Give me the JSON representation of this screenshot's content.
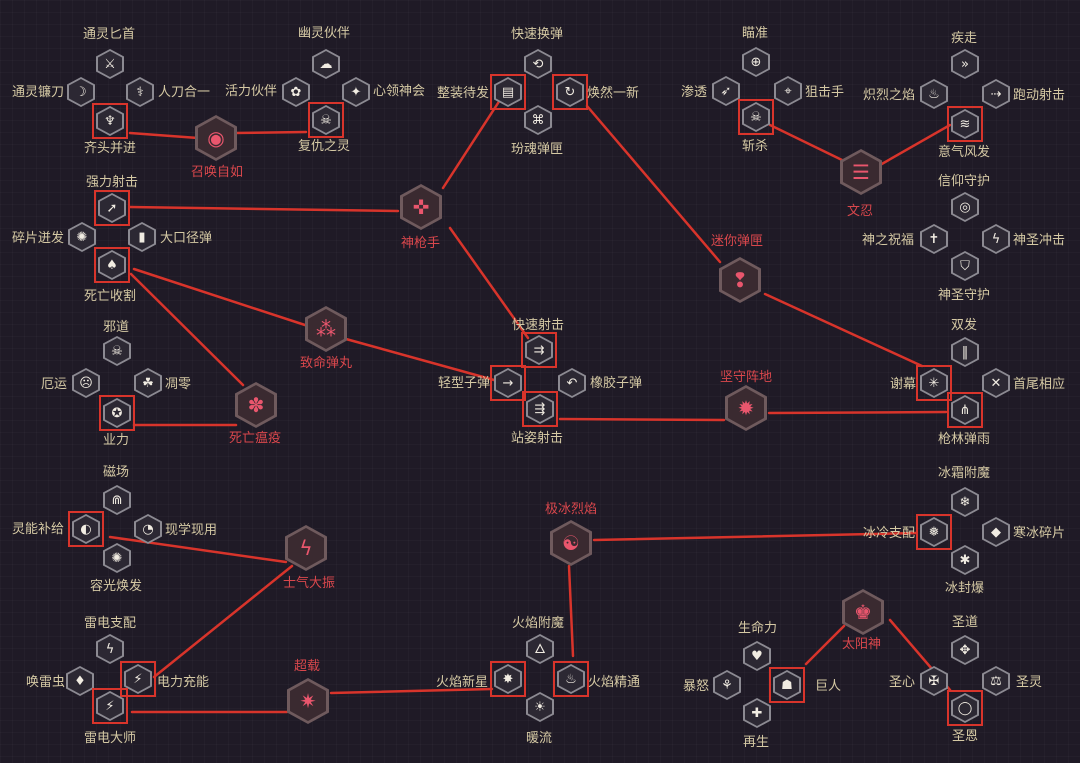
{
  "colors": {
    "background": "#1f1a26",
    "label": "#d5c9a4",
    "core_label": "#d9474c",
    "selection": "#d8342b",
    "link": "#d8342b"
  },
  "labels": {
    "tongling_bishou": "通灵匕首",
    "tongling_liandao": "通灵镰刀",
    "rendao_heyi": "人刀合一",
    "qitou_bingjin": "齐头并进",
    "zhaohuan_ziru": "召唤自如",
    "youling_huoban": "幽灵伙伴",
    "huoli_huoban": "活力伙伴",
    "xinling_shenhui": "心领神会",
    "fuchou_zhiling": "复仇之灵",
    "kuaisu_huandan": "快速换弹",
    "zhengzhuang_daifa": "整装待发",
    "huanran_yixin": "焕然一新",
    "fenhun_danxia": "玢魂弹匣",
    "miaozhun": "瞄准",
    "shentou": "渗透",
    "jujishou": "狙击手",
    "zhansha": "斩杀",
    "jizou": "疾走",
    "chilie_zhiyan": "炽烈之焰",
    "paodong_sheji": "跑动射击",
    "yiqi_fengfa": "意气风发",
    "wenren": "文忍",
    "qiangli_sheji": "强力射击",
    "suipian_bengfa": "碎片迸发",
    "dakou_jingdan": "大口径弹",
    "siwang_shouge": "死亡收割",
    "shenqiangshou": "神枪手",
    "mini_danxia": "迷你弹匣",
    "xinyang_shouhu": "信仰守护",
    "shen_zhi_zhufu": "神之祝福",
    "shensheng_chongji": "神圣冲击",
    "shensheng_shouhu": "神圣守护",
    "xiedao": "邪道",
    "eyun": "厄运",
    "diaoling": "凋零",
    "yeli": "业力",
    "siwang_wenyi": "死亡瘟疫",
    "zhiming_danwan": "致命弹丸",
    "kuaisu_sheji": "快速射击",
    "qingxing_zidan": "轻型子弹",
    "xiangjiao_zidan": "橡胶子弹",
    "zhanzi_sheji": "站姿射击",
    "jianshou_zhendi": "坚守阵地",
    "shuangfa": "双发",
    "xiemu": "谢幕",
    "shouwei_xiangying": "首尾相应",
    "qianglin_danyu": "枪林弹雨",
    "cichang": "磁场",
    "lingneng_buji": "灵能补给",
    "xianxue_xianyong": "现学现用",
    "ronguang_huanfa": "容光焕发",
    "shiqi_dazhen": "士气大振",
    "jibing_lieyan": "极冰烈焰",
    "bingshuang_fumo": "冰霜附魔",
    "bingleng_zhipei": "冰冷支配",
    "hanbing_suipian": "寒冰碎片",
    "bingfeng_bao": "冰封爆",
    "leidian_zhipei": "雷电支配",
    "huan_leichong": "唤雷虫",
    "dianli_chongneng": "电力充能",
    "leidian_dashi": "雷电大师",
    "chaozai": "超载",
    "huoyan_fumo": "火焰附魔",
    "huoyan_xinxing": "火焰新星",
    "huoyan_jingtong": "火焰精通",
    "nuanliu": "暖流",
    "shengmingli": "生命力",
    "baonu": "暴怒",
    "juren": "巨人",
    "zaisheng": "再生",
    "taiyangshen": "太阳神",
    "shengdao": "圣道",
    "shengxin": "圣心",
    "shengling": "圣灵",
    "shengen": "圣恩"
  }
}
